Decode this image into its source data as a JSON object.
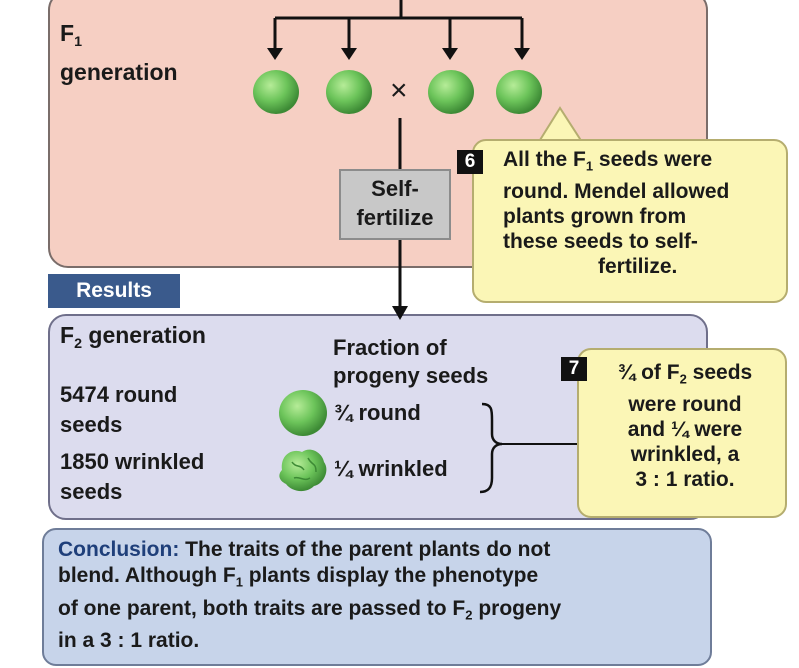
{
  "f1": {
    "label_prefix": "F",
    "label_sub": "1",
    "label_word": "generation",
    "cross_symbol": "×"
  },
  "self_fertilize": {
    "line1": "Self-",
    "line2": "fertilize"
  },
  "callout6": {
    "number": "6",
    "lines": [
      {
        "pre": "All the F",
        "sub": "1",
        "post": " seeds were"
      },
      {
        "pre": "round. Mendel allowed",
        "sub": "",
        "post": ""
      },
      {
        "pre": "plants grown from",
        "sub": "",
        "post": ""
      },
      {
        "pre": "these seeds to self-",
        "sub": "",
        "post": ""
      },
      {
        "pre": "fertilize.",
        "sub": "",
        "post": ""
      }
    ]
  },
  "results_tab": "Results",
  "f2": {
    "title_prefix": "F",
    "title_sub": "2",
    "title_word": " generation",
    "round_line1": "5474 round",
    "round_line2": "seeds",
    "wrinkled_line1": "1850 wrinkled",
    "wrinkled_line2": "seeds",
    "fraction_header_line1": "Fraction of",
    "fraction_header_line2": "progeny seeds",
    "round_fraction": "¾ round",
    "wrinkled_fraction": "¼ wrinkled"
  },
  "callout7": {
    "number": "7",
    "line1_pre": "¾ of F",
    "line1_sub": "2",
    "line1_post": " seeds",
    "line2": "were round",
    "line3": "and ¼ were",
    "line4": "wrinkled, a",
    "line5": "3 : 1 ratio."
  },
  "conclusion": {
    "head": "Conclusion:",
    "line1_rest": " The traits of the parent plants do not",
    "line2": "blend. Although F",
    "line2_sub": "1",
    "line2_post": " plants display the phenotype",
    "line3_pre": "of one parent, both traits are passed to F",
    "line3_sub": "2",
    "line3_post": " progeny",
    "line4": "in a 3  : 1 ratio."
  },
  "colors": {
    "f1_panel": "#f6cfc3",
    "f2_panel": "#dcdcee",
    "conclusion_panel": "#c7d4ea",
    "results_tab": "#3a5a8c",
    "callout": "#fbf6b6",
    "pea": "#6cc45a",
    "conclusion_head": "#1f3f7a"
  }
}
